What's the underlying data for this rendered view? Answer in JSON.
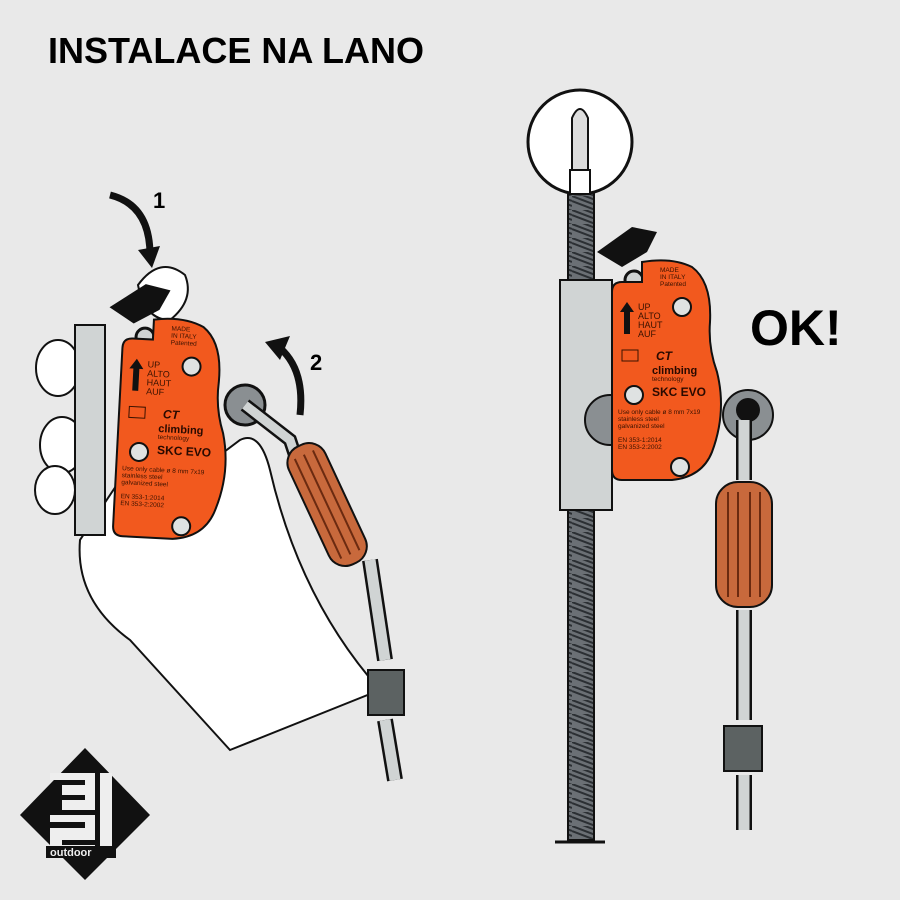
{
  "title": "INSTALACE NA LANO",
  "steps": [
    "1",
    "2"
  ],
  "ok_label": "OK!",
  "device": {
    "made_in": "MADE",
    "made_in_2": "IN ITALY",
    "patented": "Patented",
    "direction": [
      "UP",
      "ALTO",
      "HAUT",
      "AUF"
    ],
    "logo": "CT",
    "brand_1": "climbing",
    "brand_2": "technology",
    "model": "SKC EVO",
    "cable_1": "Use only cable ø 8 mm 7x19",
    "cable_2": "stainless steel",
    "cable_3": "galvanized steel",
    "norm_1": "EN 353-1:2014",
    "norm_2": "EN 353-2:2002"
  },
  "logo": {
    "number": "321",
    "text": "outdoor"
  },
  "colors": {
    "background": "#e9e9e9",
    "device_orange": "#f2591e",
    "lanyard": "#c8693c",
    "plate": "#d0d4d4"
  }
}
